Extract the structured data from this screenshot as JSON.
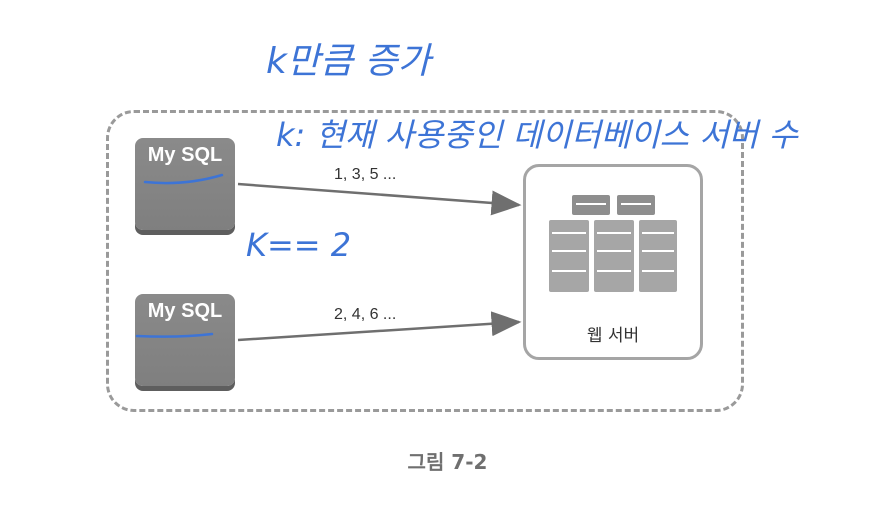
{
  "databases": [
    {
      "label": "My SQL"
    },
    {
      "label": "My SQL"
    }
  ],
  "edges": [
    {
      "label": "1, 3, 5 ..."
    },
    {
      "label": "2, 4, 6 ..."
    }
  ],
  "server": {
    "label": "웹 서버"
  },
  "caption": "그림 7-2",
  "handwritten_notes": {
    "note1": "k만큼 증가",
    "note2": "k: 현재 사용중인 데이터베이스 서버 수",
    "note3": "K== 2"
  },
  "colors": {
    "db_fill": "#858585",
    "note_blue": "#3d74d6",
    "border_gray": "#9a9a9a"
  }
}
